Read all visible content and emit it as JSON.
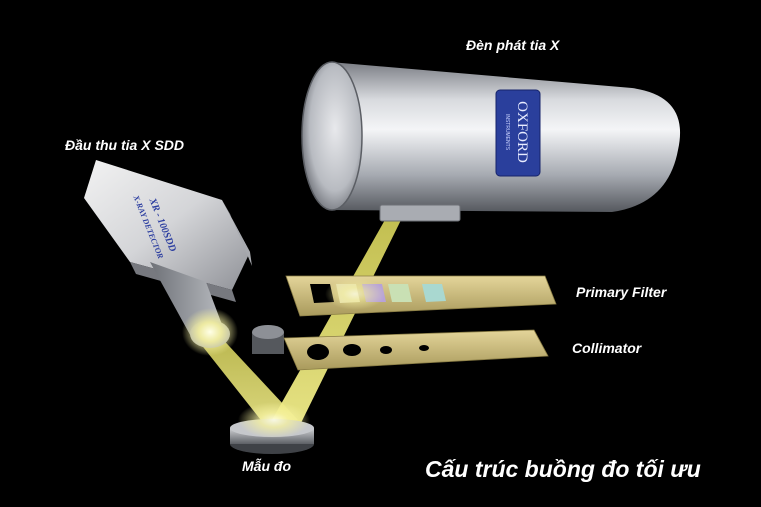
{
  "labels": {
    "xray_source": "Đèn phát tia X",
    "detector": "Đầu thu tia X SDD",
    "primary_filter": "Primary Filter",
    "collimator": "Collimator",
    "sample": "Mẫu đo",
    "caption": "Cấu trúc buồng đo tối ưu"
  },
  "brand": {
    "tube_logo": "OXFORD",
    "tube_sublogo": "INSTRUMENTS",
    "detector_model": "XR - 100SDD",
    "detector_type": "X-RAY DETECTOR"
  },
  "colors": {
    "background": "#000000",
    "beam": "#e8e46a",
    "label_text": "#ffffff",
    "logo_blue": "#2a3f9c",
    "brass": "#c9b97a",
    "filter_swatches": [
      "#e6e0b0",
      "#b7a2d8",
      "#c9e0b4",
      "#a9d8d0"
    ]
  },
  "icons": [
    "xray-tube-icon",
    "detector-icon",
    "sample-stage-icon",
    "filter-plate-icon",
    "collimator-plate-icon"
  ]
}
